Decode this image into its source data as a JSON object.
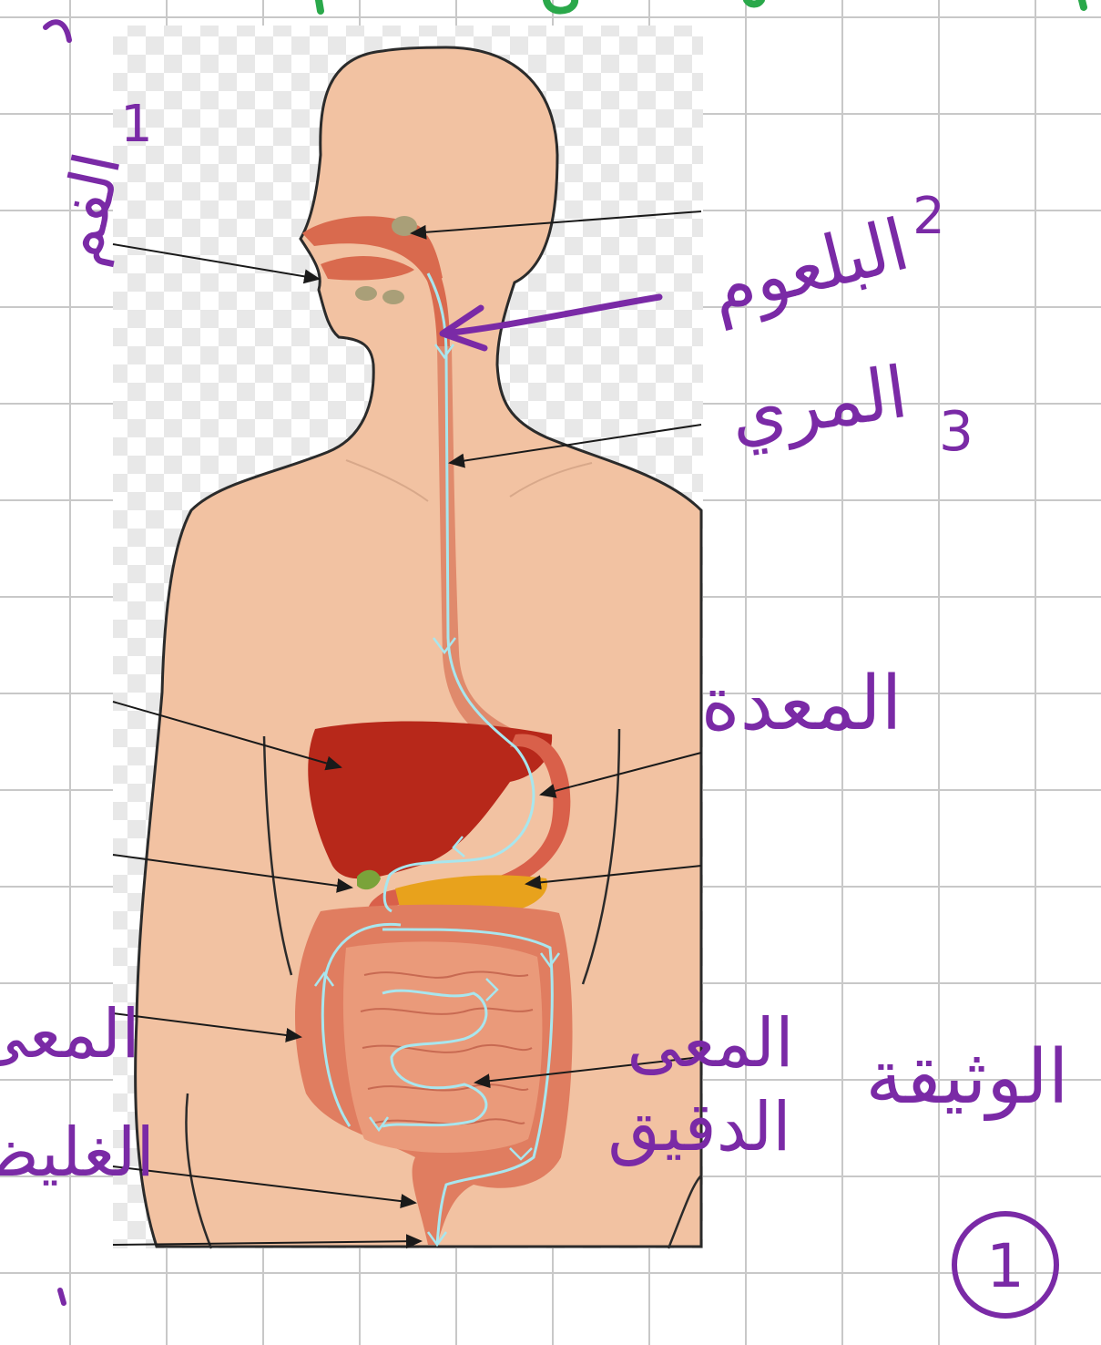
{
  "diagram": {
    "subject": "human digestive system",
    "labels": {
      "mouth": "الفم",
      "mouth_number": "1",
      "pharynx": "البلعوم",
      "pharynx_number": "2",
      "esophagus": "المري",
      "esophagus_number": "3",
      "stomach": "المعدة",
      "large_intestine_line1": "المعى",
      "large_intestine_line2": "الغليظ",
      "small_intestine_line1": "المعى",
      "small_intestine_line2": "الدقيق",
      "document": "الوثيقة",
      "document_number": "1"
    }
  },
  "colors": {
    "grid": "#c8c8c8",
    "skin": "#f2c2a2",
    "outline": "#2b2b2b",
    "liver": "#b7281a",
    "stomach": "#d9604a",
    "pancreas": "#e8a21c",
    "intestine": "#e07d60",
    "digestive_path": "#a8e6ee",
    "handwriting": "#7a2aa6",
    "transparency_checker": "#e8e8e8"
  }
}
